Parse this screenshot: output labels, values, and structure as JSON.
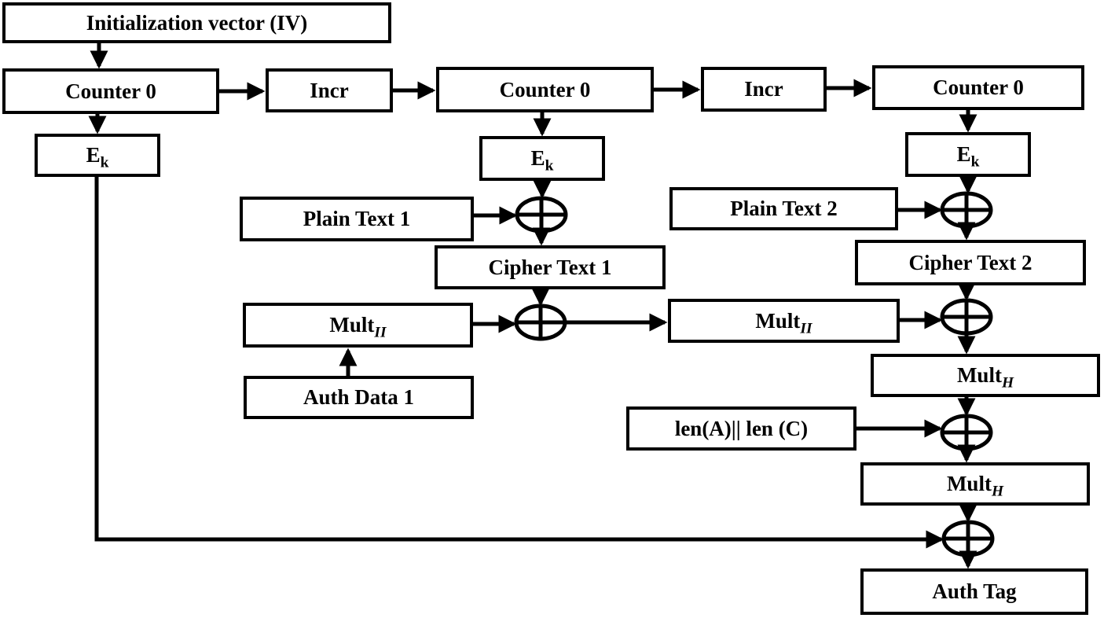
{
  "diagram": {
    "kind": "block-diagram",
    "description_visible_text_only": true
  },
  "nodes": {
    "iv": {
      "label": "Initialization vector (IV)"
    },
    "counter0_1": {
      "label": "Counter 0"
    },
    "incr_1": {
      "label": "Incr"
    },
    "counter0_2": {
      "label": "Counter 0"
    },
    "incr_2": {
      "label": "Incr"
    },
    "counter0_3": {
      "label": "Counter 0"
    },
    "ek_1": {
      "text": "E",
      "sub": "k"
    },
    "ek_2": {
      "text": "E",
      "sub": "k"
    },
    "ek_3": {
      "text": "E",
      "sub": "k"
    },
    "plain_text_1": {
      "label": "Plain Text 1"
    },
    "plain_text_2": {
      "label": "Plain Text 2"
    },
    "cipher_text_1": {
      "label": "Cipher Text 1"
    },
    "cipher_text_2": {
      "label": "Cipher Text 2"
    },
    "mult_1": {
      "text": "Mult",
      "sub": "II"
    },
    "mult_2": {
      "text": "Mult",
      "sub": "II"
    },
    "mult_3": {
      "text": "Mult",
      "sub": "H"
    },
    "mult_4": {
      "text": "Mult",
      "sub": "H"
    },
    "auth_data_1": {
      "label": "Auth Data 1"
    },
    "len_block": {
      "label": "len(A)|| len (C)"
    },
    "auth_tag": {
      "label": "Auth Tag"
    }
  },
  "symbols": {
    "xor_operator": "circled plus (XOR)"
  },
  "colors": {
    "line": "#000000",
    "box_fill": "#ffffff",
    "background": "#ffffff",
    "text": "#000000"
  }
}
